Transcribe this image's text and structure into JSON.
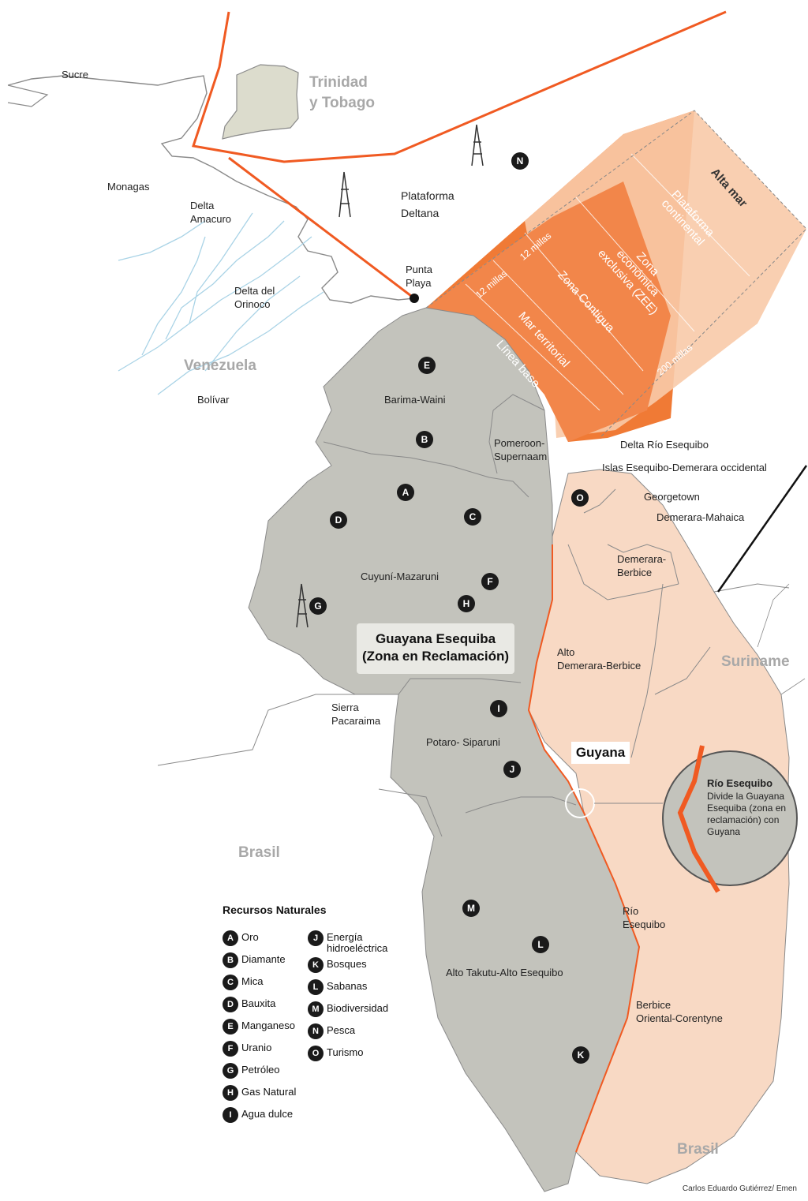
{
  "colors": {
    "claim_zone": "#c3c3bc",
    "guyana": "#f8d9c4",
    "maritime_dark": "#f07a35",
    "maritime_light": "#f8caa9",
    "border_line": "#f05a22",
    "trinidad": "#dcdccd",
    "rivers": "#a9d3e6"
  },
  "countries": {
    "trinidad": "Trinidad\ny Tobago",
    "venezuela": "Venezuela",
    "suriname": "Suriname",
    "brasil_west": "Brasil",
    "brasil_south": "Brasil"
  },
  "places": {
    "sucre": "Sucre",
    "monagas": "Monagas",
    "delta_amacuro": "Delta\nAmacuro",
    "delta_orinoco": "Delta del\nOrinoco",
    "bolivar": "Bolívar",
    "plataforma_deltana": "Plataforma\nDeltana",
    "punta_playa": "Punta\nPlaya",
    "sierra_pacaraima": "Sierra\nPacaraima",
    "georgetown": "Georgetown"
  },
  "regions": {
    "barima_waini": "Barima-Waini",
    "pomeroon": "Pomeroon-\nSupernaam",
    "cuyuni": "Cuyuní-Mazaruni",
    "potaro": "Potaro- Siparuni",
    "alto_takutu": "Alto Takutu-Alto Esequibo",
    "delta_rio_esequibo": "Delta Río Esequibo",
    "islas_esequibo": "Islas Esequibo-Demerara occidental",
    "demerara_mahaica": "Demerara-Mahaica",
    "demerara_berbice": "Demerara-\nBerbice",
    "alto_demerara": "Alto\nDemerara-Berbice",
    "rio_esequibo": "Río\nEsequibo",
    "berbice_oriental": "Berbice\nOriental-Corentyne"
  },
  "claim_label": "Guayana Esequiba\n(Zona en Reclamación)",
  "guyana_label": "Guyana",
  "maritime": {
    "linea_base": "Línea base",
    "mar_territorial": "Mar territorial",
    "zona_contigua": "Zona Contigua",
    "zee": "Zona\neconómica\nexclusiva (ZEE)",
    "plataforma": "Plataforma\ncontinental",
    "alta_mar": "Alta mar",
    "millas_12a": "12 millas",
    "millas_12b": "12 millas",
    "millas_200": "200 millas"
  },
  "callout": {
    "title": "Río Esequibo",
    "text": "Divide la Guayana Esequiba (zona en reclamación) con Guyana"
  },
  "legend": {
    "title": "Recursos Naturales",
    "col1": [
      {
        "letter": "A",
        "label": "Oro"
      },
      {
        "letter": "B",
        "label": "Diamante"
      },
      {
        "letter": "C",
        "label": "Mica"
      },
      {
        "letter": "D",
        "label": "Bauxita"
      },
      {
        "letter": "E",
        "label": "Manganeso"
      },
      {
        "letter": "F",
        "label": "Uranio"
      },
      {
        "letter": "G",
        "label": "Petróleo"
      },
      {
        "letter": "H",
        "label": "Gas Natural"
      },
      {
        "letter": "I",
        "label": "Agua dulce"
      }
    ],
    "col2": [
      {
        "letter": "J",
        "label": "Energía\nhidroeléctrica"
      },
      {
        "letter": "K",
        "label": "Bosques"
      },
      {
        "letter": "L",
        "label": "Sabanas"
      },
      {
        "letter": "M",
        "label": "Biodiversidad"
      },
      {
        "letter": "N",
        "label": "Pesca"
      },
      {
        "letter": "O",
        "label": "Turismo"
      }
    ]
  },
  "markers": [
    "E",
    "B",
    "A",
    "D",
    "C",
    "F",
    "H",
    "G",
    "I",
    "J",
    "M",
    "L",
    "K",
    "N",
    "O"
  ],
  "credit": "Carlos Eduardo Gutiérrez/ Emen"
}
